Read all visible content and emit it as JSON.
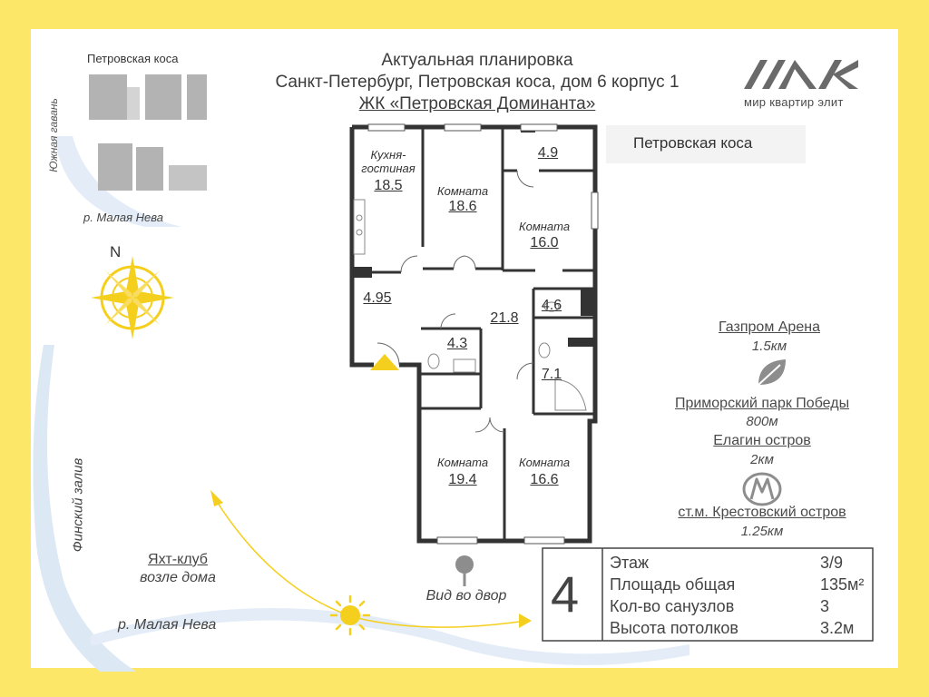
{
  "header": {
    "line1": "Актуальная планировка",
    "line2": "Санкт-Петербург, Петровская коса, дом 6 корпус 1",
    "line3": "ЖК «Петровская Доминанта»"
  },
  "brand": {
    "tagline": "мир квартир элит",
    "logo_text": "МКЭ"
  },
  "map": {
    "top_label": "Петровская коса",
    "left_label": "Южная гавань",
    "bottom_label": "р. Малая Нева",
    "compass_letter": "N"
  },
  "street_label": "Петровская коса",
  "rooms": [
    {
      "name": "Кухня-\nгостиная",
      "area": "18.5"
    },
    {
      "name": "Комната",
      "area": "18.6"
    },
    {
      "name": "",
      "area": "4.9"
    },
    {
      "name": "Комната",
      "area": "16.0"
    },
    {
      "name": "",
      "area": "4.95"
    },
    {
      "name": "",
      "area": "21.8"
    },
    {
      "name": "",
      "area": "4.6"
    },
    {
      "name": "",
      "area": "4.3"
    },
    {
      "name": "",
      "area": "7.1"
    },
    {
      "name": "Комната",
      "area": "19.4"
    },
    {
      "name": "Комната",
      "area": "16.6"
    }
  ],
  "poi": [
    {
      "name": "Газпром Арена",
      "distance": "1.5км",
      "icon": ""
    },
    {
      "name": "Приморский парк Победы",
      "distance": "800м",
      "icon": "leaf-icon"
    },
    {
      "name": "Елагин остров",
      "distance": "2км",
      "icon": ""
    },
    {
      "name": "ст.м. Крестовский остров",
      "distance": "1.25км",
      "icon": "metro-icon"
    }
  ],
  "surroundings": {
    "gulf": "Финский залив",
    "yacht_club": "Яхт-клуб",
    "yacht_sub": "возле дома",
    "river": "р. Малая Нева",
    "courtyard_view": "Вид во двор"
  },
  "apartment_info": {
    "rooms_count": "4",
    "rows": [
      {
        "label": "Этаж",
        "value": "3/9"
      },
      {
        "label": "Площадь общая",
        "value": "135м²"
      },
      {
        "label": "Кол-во санузлов",
        "value": "3"
      },
      {
        "label": "Высота потолков",
        "value": "3.2м"
      }
    ]
  },
  "colors": {
    "frame": "#fde768",
    "wall": "#333333",
    "accent": "#f5cf1e"
  }
}
